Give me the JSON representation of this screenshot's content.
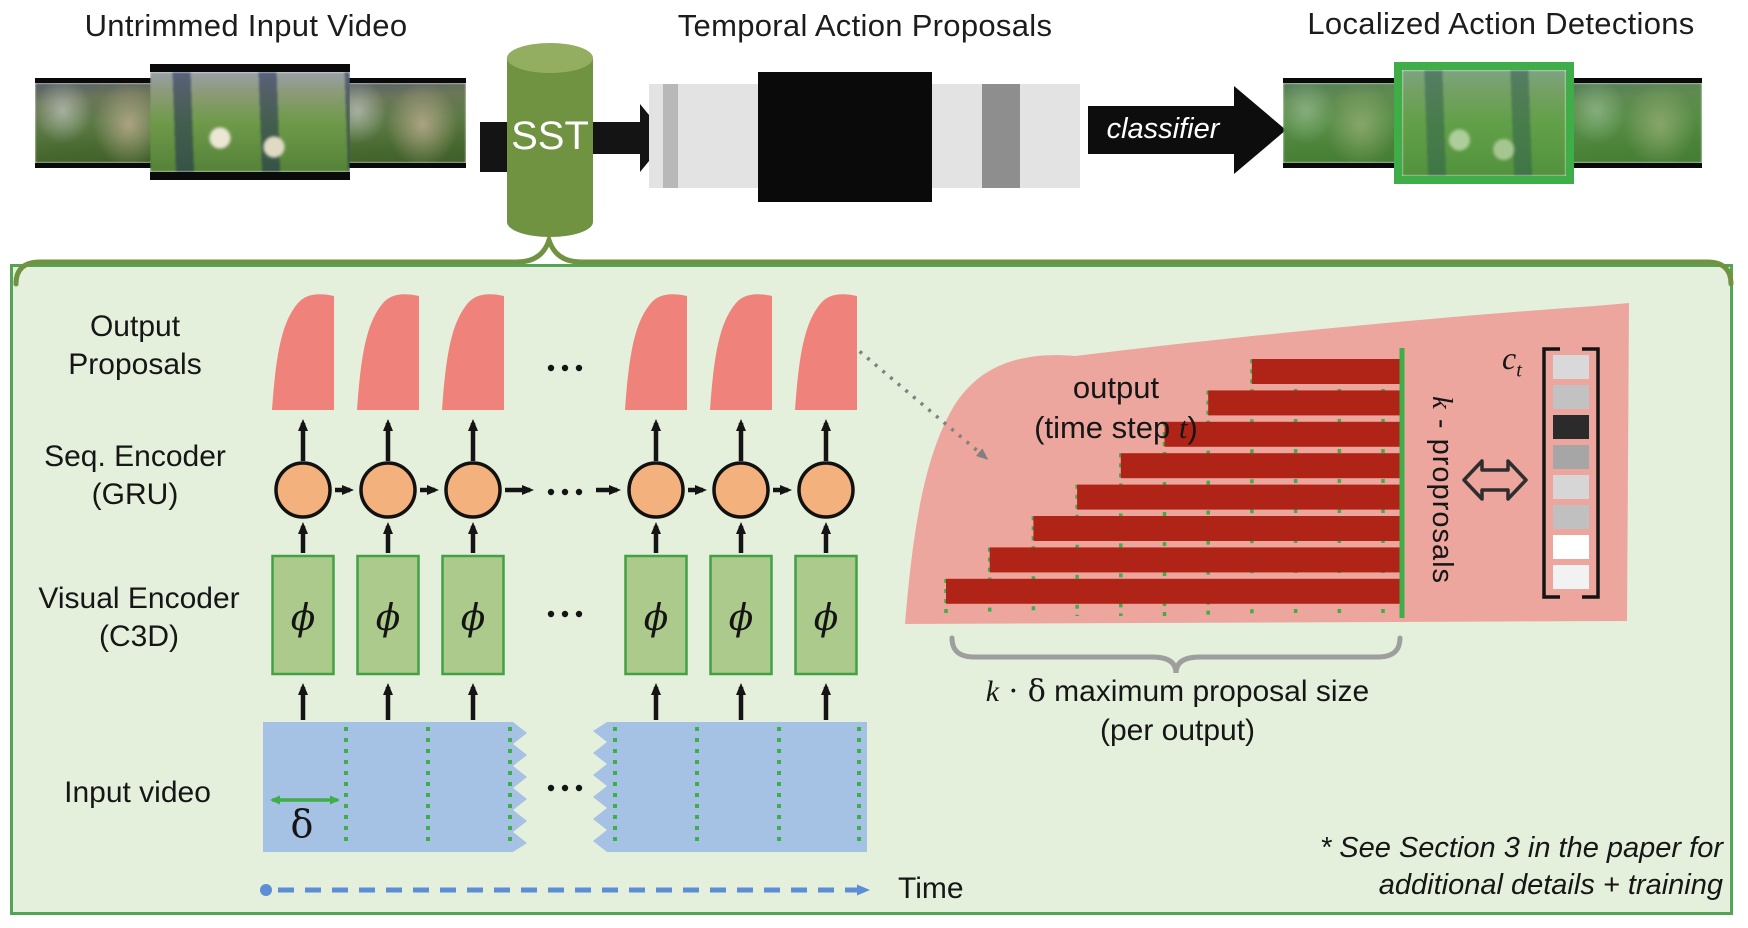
{
  "pipeline": {
    "untrimmed_title": "Untrimmed Input Video",
    "proposals_title": "Temporal Action Proposals",
    "detections_title": "Localized Action Detections",
    "sst_label": "SST",
    "classifier_label": "classifier"
  },
  "network": {
    "output_label_1": "Output",
    "output_label_2": "Proposals",
    "seq_label_1": "Seq. Encoder",
    "seq_label_2": "(GRU)",
    "visual_label_1": "Visual Encoder",
    "visual_label_2": "(C3D)",
    "input_label": "Input video",
    "phi": "ϕ",
    "delta": "δ",
    "time_label": "Time",
    "ellipsis": "···",
    "num_columns": 6,
    "columns_per_group": 3
  },
  "zoom_detail": {
    "caption_1": "output",
    "caption_2_pre": "(time step ",
    "caption_2_var": "t",
    "caption_2_post": ")",
    "k_var": "k",
    "k_label_rest": " - proprosals",
    "ct_var": "c",
    "ct_sub": "t",
    "num_proposal_bars": 8,
    "ct_cells": [
      "#d9d9d9",
      "#c2c2c2",
      "#2b2b2b",
      "#a6a6a6",
      "#d6d6d6",
      "#c0c0c0",
      "#ffffff",
      "#f2f2f2"
    ],
    "size_line_k": "k",
    "size_line_mid": " · ",
    "size_line_delta": "δ",
    "size_line_rest": " maximum proposal size",
    "size_line_2": "(per output)"
  },
  "footnote": {
    "line1": "* See Section 3 in the paper for",
    "line2": "additional details + training"
  },
  "colors": {
    "panel_bg": "#e4efdc",
    "panel_border": "#55a455",
    "fin_pink": "#ef837b",
    "blob_pink": "#eca69e",
    "bar_red": "#b02418",
    "gru_orange": "#f3b17e",
    "encoder_green_fill": "#abca8c",
    "encoder_green_border": "#43a047",
    "input_blue": "#a5c2e4",
    "grid_green": "#3fae49",
    "cylinder_green": "#6f9340",
    "cylinder_top_green": "#93ae61",
    "time_blue": "#5c8ed6",
    "brace_gray": "#9e9e9e",
    "arrow_gray": "#808080",
    "arrow_black": "#141414"
  }
}
